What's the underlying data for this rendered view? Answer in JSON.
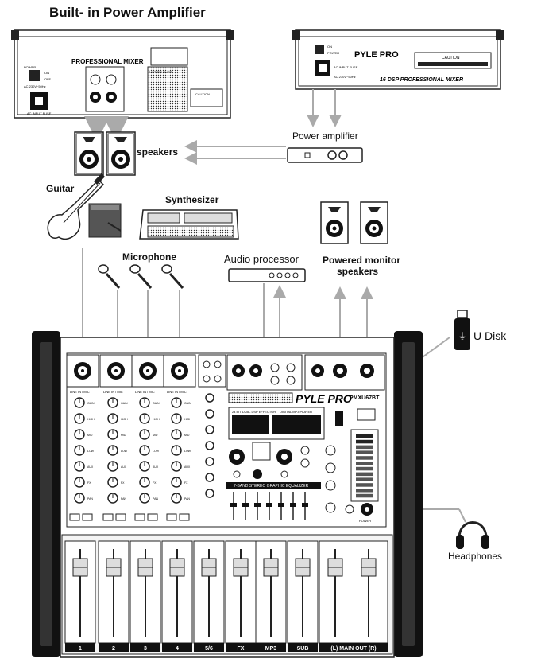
{
  "title": "Built- in Power Amplifier",
  "labels": {
    "speakers": "speakers",
    "power_amplifier": "Power amplifier",
    "guitar": "Guitar",
    "synthesizer": "Synthesizer",
    "microphone": "Microphone",
    "audio_processor": "Audio processor",
    "powered_monitor_line1": "Powered monitor",
    "powered_monitor_line2": "speakers",
    "u_disk": "U Disk",
    "headphones": "Headphones"
  },
  "rear_panel_left": {
    "heading": "PROFESSIONAL MIXER",
    "power": "POWER",
    "on": "ON",
    "off": "OFF",
    "ac": "AC 230V~50Hz",
    "ac_input": "AC INPUT FUSE",
    "not_exhaust": "NOT EXHAUST",
    "caution": "CAUTION"
  },
  "rear_panel_right": {
    "brand": "PYLE PRO",
    "model_text": "16 DSP PROFESSIONAL MIXER",
    "caution": "CAUTION",
    "on": "ON",
    "power": "POWER",
    "ac_input": "AC INPUT FUSE",
    "ac": "AC 230V~50Hz"
  },
  "mixer": {
    "brand": "PYLE PRO",
    "model": "PMXU67BT",
    "eq_title": "7-BAND STEREO GRAPHIC EQUALIZER",
    "dsp_label": "24 BIT DUAL DSP EFFECTOR",
    "mp3_label": "DIGITAL MP3 PLAYER",
    "input_label": "LINE IN / MIC",
    "knob_labels": [
      "GAIN",
      "HIGH",
      "MID",
      "LOW",
      "AUX",
      "FX",
      "PAN"
    ],
    "fader_labels": [
      "1",
      "2",
      "3",
      "4",
      "5/6",
      "FX",
      "MP3",
      "SUB",
      "(L)  MAIN OUT  (R)"
    ],
    "power_btn": "POWER"
  }
}
